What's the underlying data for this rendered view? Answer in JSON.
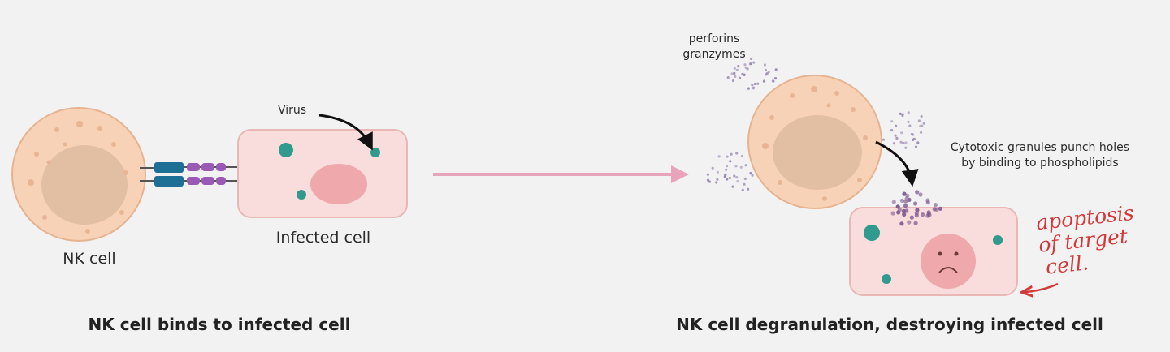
{
  "colors": {
    "background": "#f2f2f2",
    "nk_cell_body": "#f8d2b6",
    "nk_nucleus": "#e2bea2",
    "infected_cell": "#f9dcdc",
    "infected_nucleus": "#efa9ac",
    "virus": "#2f9a8d",
    "receptor_blue": "#1e6f95",
    "receptor_purple": "#9b59b6",
    "arrow_pink": "#e8a4bb",
    "granule": "#7d5a8f",
    "annotation_red": "#d23a3a"
  },
  "left_panel": {
    "nk_cell_label": "NK cell",
    "infected_cell_label": "Infected cell",
    "virus_label": "Virus",
    "caption": "NK cell binds to infected cell"
  },
  "right_panel": {
    "perforins_label": "perforins",
    "granzymes_label": "granzymes",
    "granules_label_line1": "Cytotoxic granules punch holes",
    "granules_label_line2": "by binding to phospholipids",
    "caption": "NK cell degranulation, destroying infected cell"
  },
  "handwritten_note": {
    "line1": "apoptosis",
    "line2": "of target",
    "line3": "cell."
  }
}
